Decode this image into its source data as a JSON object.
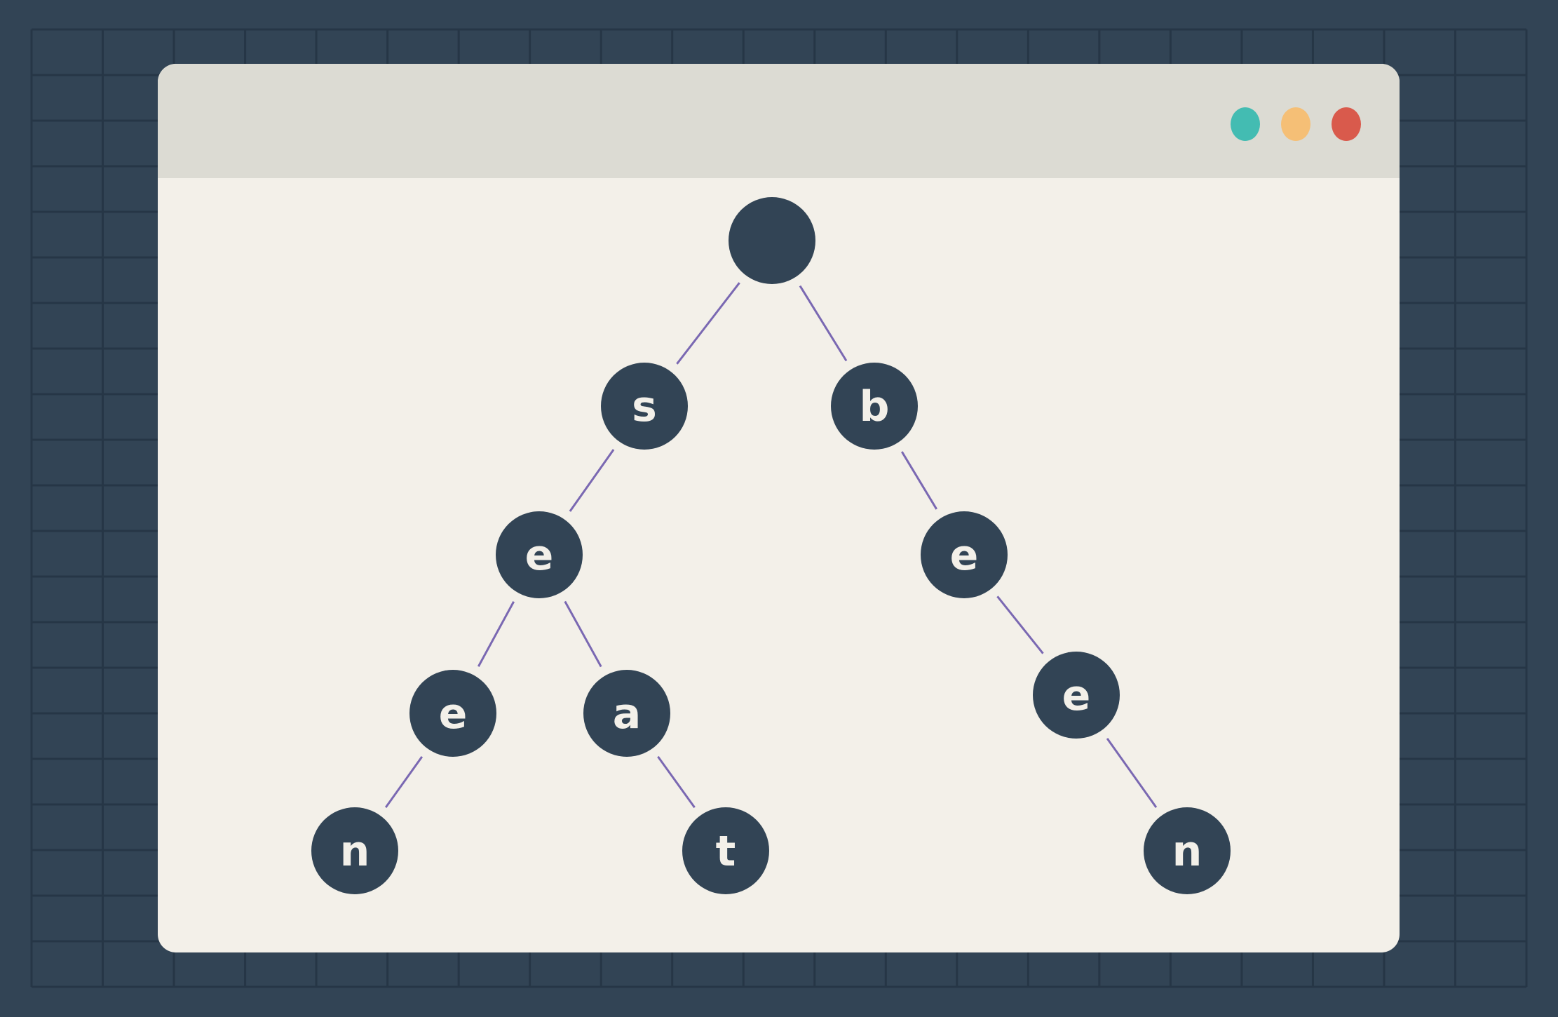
{
  "colors": {
    "background": "#324455",
    "grid_line": "#263646",
    "window_body": "#f3f0e9",
    "titlebar": "#dcdbd3",
    "node_fill": "#324455",
    "edge": "#7a68b2",
    "dot_teal": "#43bcb2",
    "dot_orange": "#f5bf76",
    "dot_red": "#d95a4c"
  },
  "window": {
    "controls": [
      {
        "name": "teal-dot",
        "color": "#43bcb2"
      },
      {
        "name": "orange-dot",
        "color": "#f5bf76"
      },
      {
        "name": "red-dot",
        "color": "#d95a4c"
      }
    ]
  },
  "trie": {
    "root": {
      "label": ""
    },
    "nodes": [
      {
        "id": "s",
        "label": "s"
      },
      {
        "id": "b",
        "label": "b"
      },
      {
        "id": "se",
        "label": "e"
      },
      {
        "id": "be",
        "label": "e"
      },
      {
        "id": "see",
        "label": "e"
      },
      {
        "id": "sea",
        "label": "a"
      },
      {
        "id": "bee",
        "label": "e"
      },
      {
        "id": "seen",
        "label": "n"
      },
      {
        "id": "seat",
        "label": "t"
      },
      {
        "id": "been",
        "label": "n"
      }
    ],
    "edges": [
      [
        "root",
        "s"
      ],
      [
        "root",
        "b"
      ],
      [
        "s",
        "se"
      ],
      [
        "b",
        "be"
      ],
      [
        "se",
        "see"
      ],
      [
        "se",
        "sea"
      ],
      [
        "be",
        "bee"
      ],
      [
        "see",
        "seen"
      ],
      [
        "sea",
        "seat"
      ],
      [
        "bee",
        "been"
      ]
    ]
  }
}
